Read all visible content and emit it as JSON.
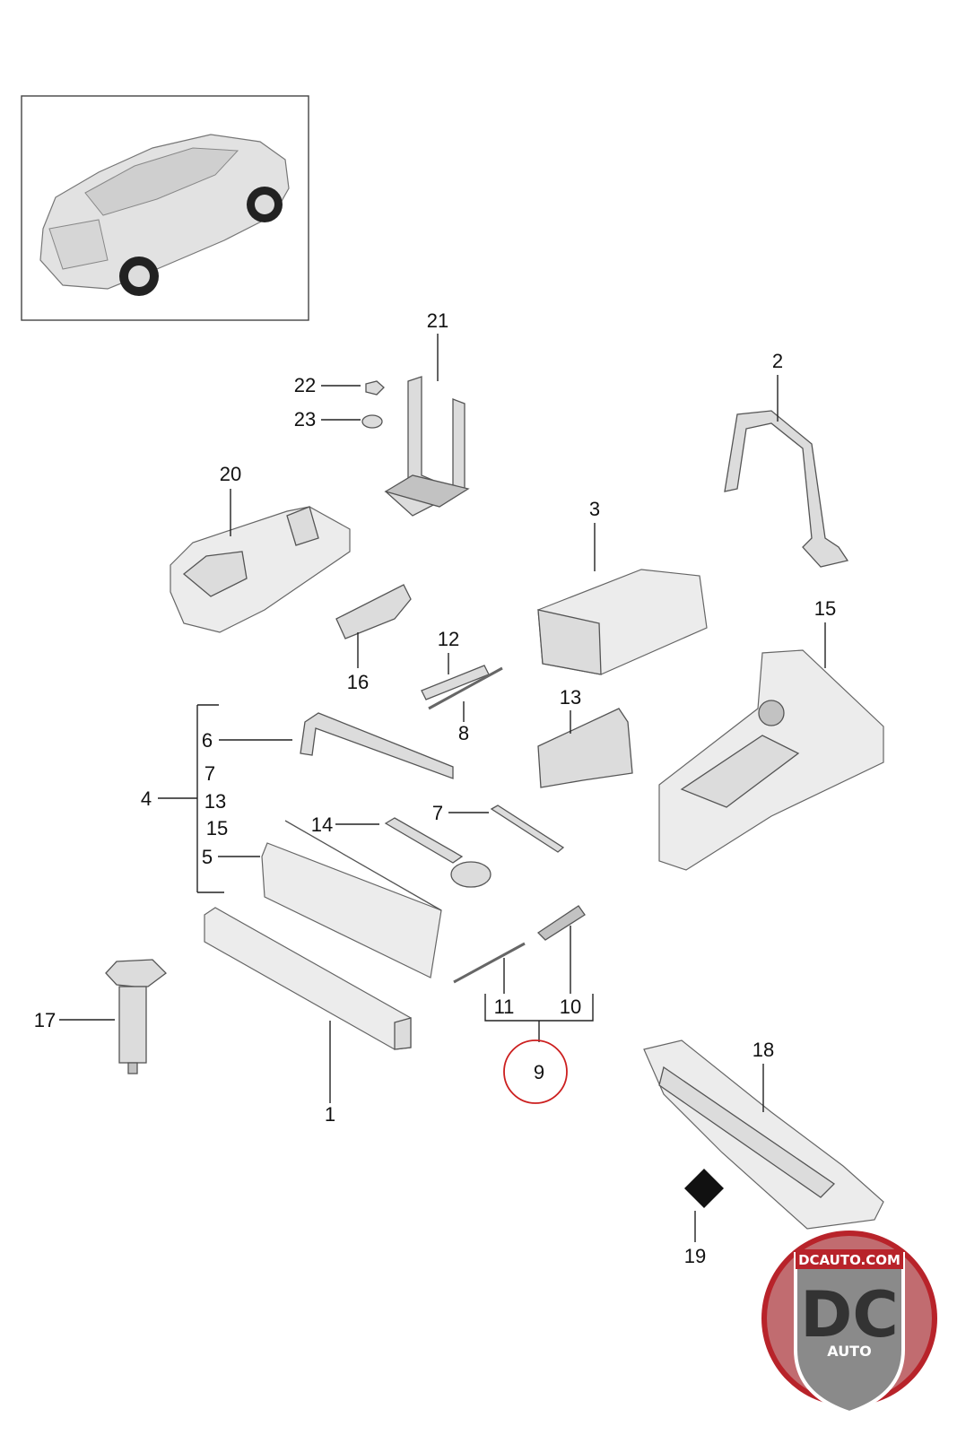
{
  "diagram": {
    "callouts": [
      {
        "id": "21",
        "label": "21"
      },
      {
        "id": "22",
        "label": "22"
      },
      {
        "id": "23",
        "label": "23"
      },
      {
        "id": "2",
        "label": "2"
      },
      {
        "id": "20",
        "label": "20"
      },
      {
        "id": "3",
        "label": "3"
      },
      {
        "id": "15",
        "label": "15"
      },
      {
        "id": "16",
        "label": "16"
      },
      {
        "id": "12",
        "label": "12"
      },
      {
        "id": "8",
        "label": "8"
      },
      {
        "id": "13",
        "label": "13"
      },
      {
        "id": "6",
        "label": "6"
      },
      {
        "id": "4",
        "label": "4"
      },
      {
        "id": "14",
        "label": "14"
      },
      {
        "id": "7",
        "label": "7"
      },
      {
        "id": "5",
        "label": "5"
      },
      {
        "id": "17",
        "label": "17"
      },
      {
        "id": "1",
        "label": "1"
      },
      {
        "id": "11",
        "label": "11"
      },
      {
        "id": "10",
        "label": "10"
      },
      {
        "id": "9",
        "label": "9"
      },
      {
        "id": "18",
        "label": "18"
      },
      {
        "id": "19",
        "label": "19"
      }
    ],
    "group_4_members": [
      "7",
      "13",
      "15"
    ],
    "highlighted_callout": "9",
    "highlight_color": "#cc1f1f"
  },
  "logo": {
    "top_text": "DCAUTO.COM",
    "main_text": "DC",
    "sub_text": "AUTO",
    "colors": {
      "red": "#b8232a",
      "grey": "#8a8a8a",
      "dark": "#333333"
    }
  }
}
